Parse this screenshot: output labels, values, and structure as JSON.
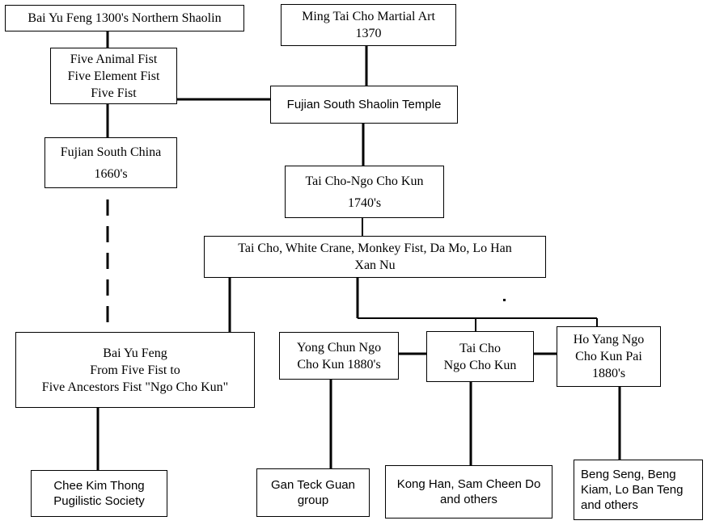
{
  "nodes": {
    "bai_yu_feng_north": {
      "lines": [
        "Bai Yu Feng 1300's Northern Shaolin"
      ]
    },
    "ming_tai_cho": {
      "lines": [
        "Ming Tai Cho Martial Art",
        "1370"
      ]
    },
    "five_fist": {
      "lines": [
        "Five Animal Fist",
        "Five Element Fist",
        "Five Fist"
      ]
    },
    "fujian_south_temple": {
      "lines": [
        "Fujian South Shaolin Temple"
      ]
    },
    "fujian_south_china": {
      "lines": [
        "Fujian South China",
        "1660's"
      ]
    },
    "tai_cho_ngo_cho": {
      "lines": [
        "Tai Cho-Ngo Cho Kun",
        "1740's"
      ]
    },
    "styles": {
      "lines": [
        "Tai Cho, White Crane, Monkey Fist, Da Mo, Lo Han",
        "Xan Nu"
      ]
    },
    "bai_yu_feng_five_ancestors": {
      "lines": [
        "Bai Yu Feng",
        "From Five Fist to",
        "Five Ancestors Fist \"Ngo Cho Kun\""
      ]
    },
    "yong_chun": {
      "lines": [
        "Yong Chun Ngo",
        "Cho Kun 1880's"
      ]
    },
    "tai_cho_ngo_cho_kun": {
      "lines": [
        "Tai Cho",
        "Ngo Cho Kun"
      ]
    },
    "ho_yang": {
      "lines": [
        "Ho Yang Ngo",
        "Cho Kun Pai",
        "1880's"
      ]
    },
    "chee_kim_thong": {
      "lines": [
        "Chee Kim Thong",
        "Pugilistic Society"
      ]
    },
    "gan_teck_guan": {
      "lines": [
        "Gan Teck Guan",
        "group"
      ]
    },
    "kong_han": {
      "lines": [
        "Kong Han, Sam Cheen Do",
        "and others"
      ]
    },
    "beng_seng": {
      "lines": [
        "Beng Seng, Beng",
        "Kiam, Lo Ban Teng",
        "and others"
      ]
    }
  },
  "colors": {
    "line": "#000000",
    "box_border": "#000000",
    "background": "#ffffff"
  }
}
